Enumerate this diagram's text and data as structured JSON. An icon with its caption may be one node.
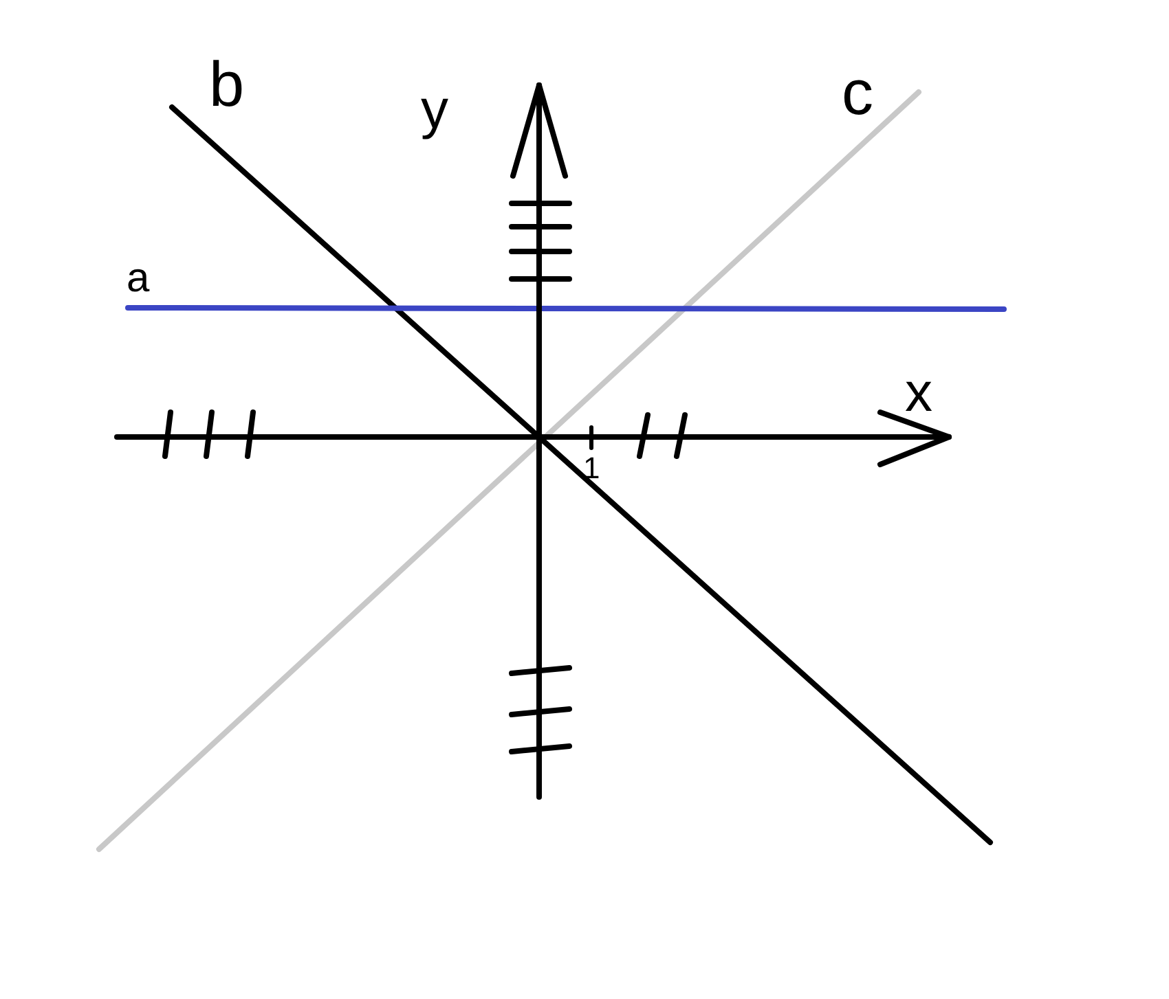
{
  "diagram": {
    "labels": [
      "b",
      "y",
      "c",
      "a",
      "x",
      "1"
    ]
  }
}
